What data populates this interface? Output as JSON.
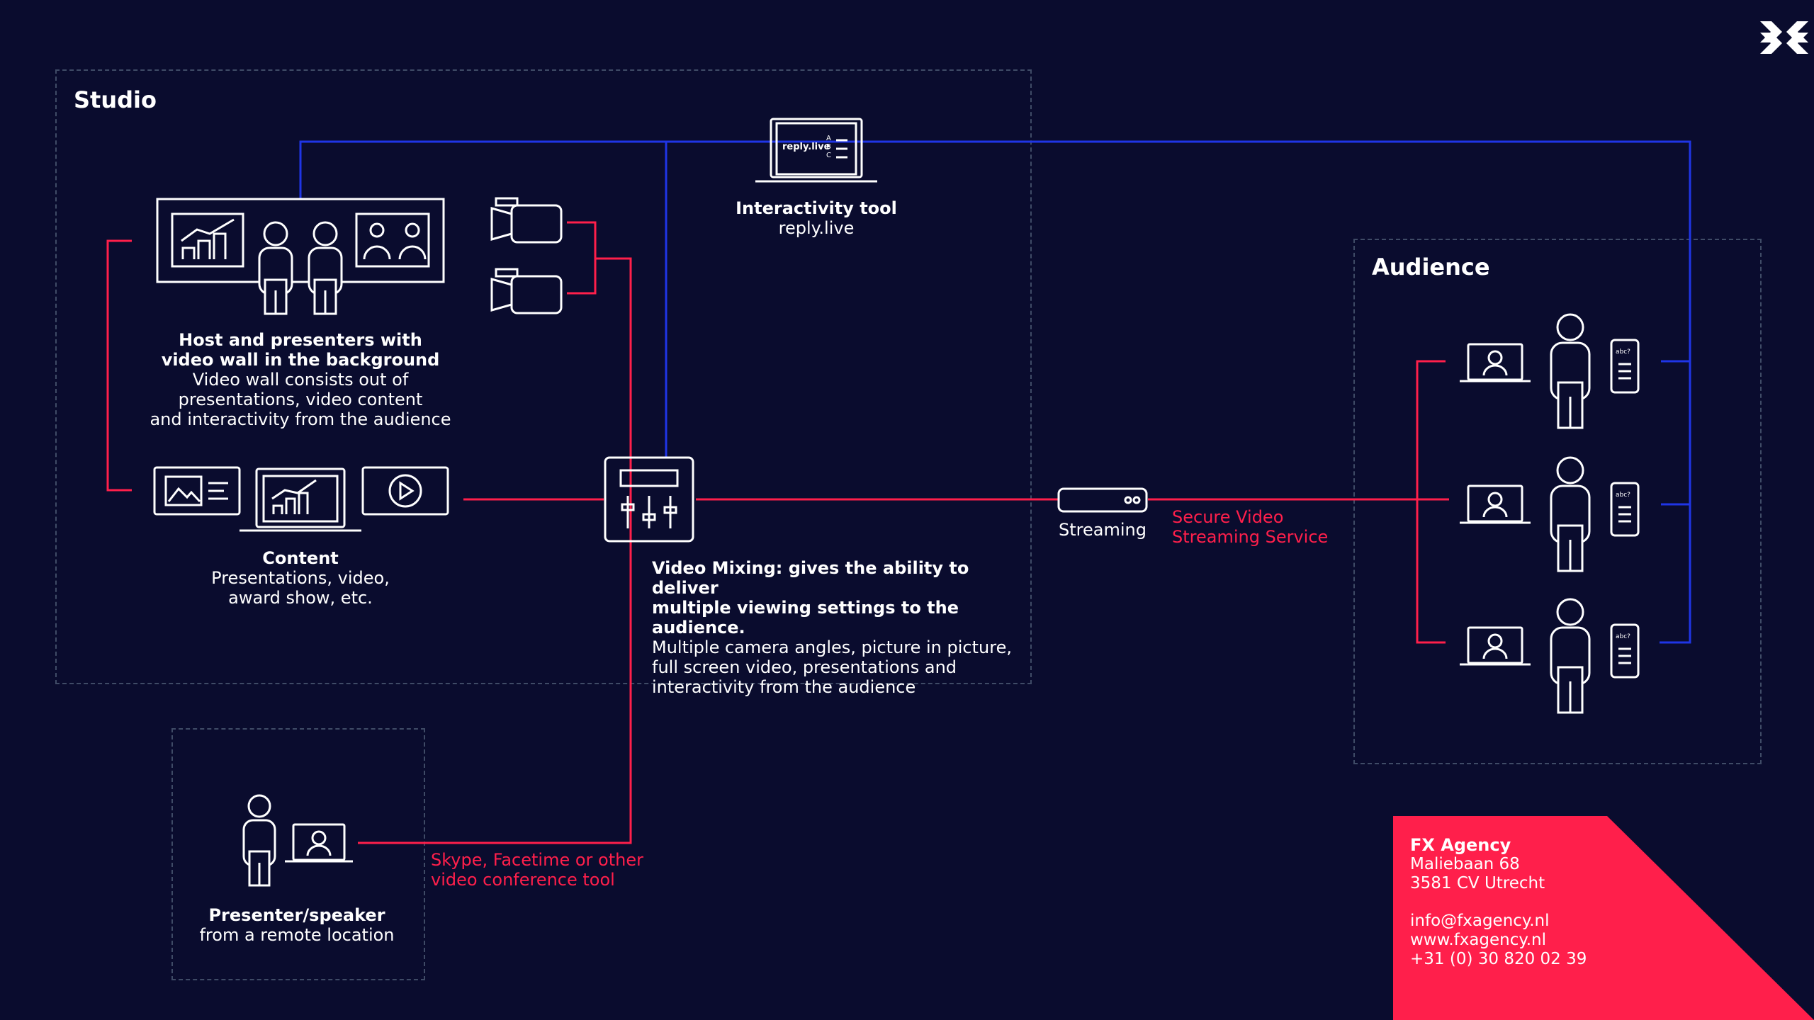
{
  "colors": {
    "background": "#0a0c2e",
    "blue_line": "#1f35e6",
    "red_line": "#ff1f4b",
    "white": "#ffffff",
    "dashed": "#3f4b66",
    "accent": "#ff1f4b"
  },
  "logo": {
    "icon": "fx-logo-icon"
  },
  "studio": {
    "title": "Studio",
    "host": {
      "title_line1": "Host and presenters with",
      "title_line2": "video wall in the background",
      "desc_line1": "Video wall consists out of",
      "desc_line2": "presentations, video content",
      "desc_line3": "and interactivity from the audience"
    },
    "content": {
      "title": "Content",
      "desc_line1": "Presentations, video,",
      "desc_line2": "award show, etc."
    },
    "mixing": {
      "title_line1": "Video Mixing: gives the ability to deliver",
      "title_line2": "multiple viewing settings to the audience.",
      "desc_line1": "Multiple camera angles, picture in picture,",
      "desc_line2": "full screen video, presentations and",
      "desc_line3": "interactivity from the audience"
    }
  },
  "interactivity": {
    "title": "Interactivity tool",
    "subtitle": "reply.live",
    "screen_text": "reply.live",
    "options": [
      "A",
      "B",
      "C"
    ]
  },
  "streaming": {
    "label": "Streaming",
    "service_line1": "Secure Video",
    "service_line2": "Streaming Service"
  },
  "audience": {
    "title": "Audience",
    "phone_text": "abc?"
  },
  "remote": {
    "title": "Presenter/speaker",
    "subtitle": "from a remote location",
    "tool_line1": "Skype, Facetime or other",
    "tool_line2": "video conference tool"
  },
  "contact": {
    "company": "FX Agency",
    "street": "Maliebaan 68",
    "city": "3581 CV Utrecht",
    "email": "info@fxagency.nl",
    "web": "www.fxagency.nl",
    "phone": "+31 (0) 30 820 02 39"
  }
}
